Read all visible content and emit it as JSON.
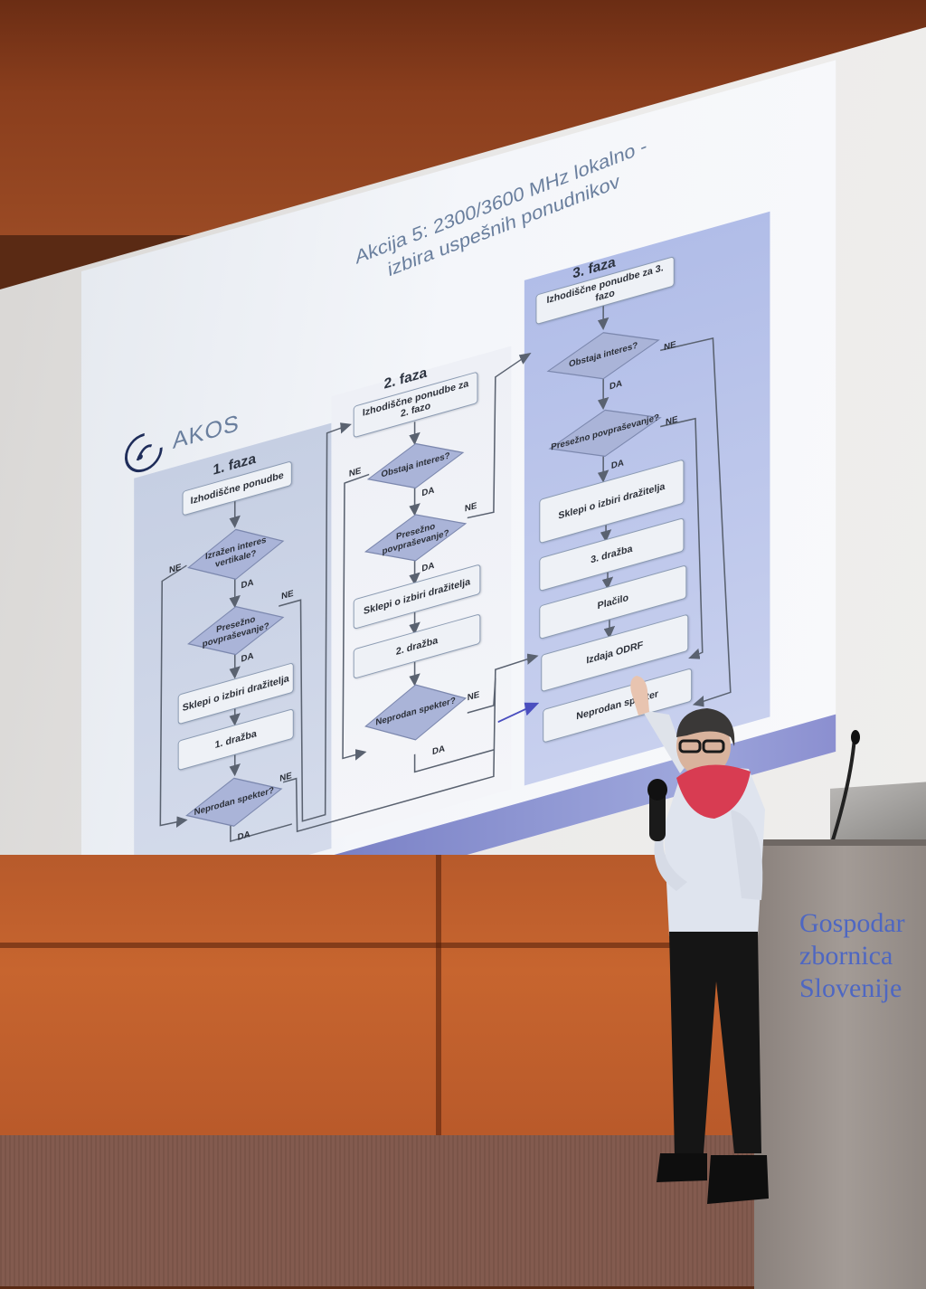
{
  "slide": {
    "title_line1": "Akcija 5: 2300/3600 MHz lokalno -",
    "title_line2": "izbira uspešnih ponudnikov",
    "logo_text": "AKOS",
    "phase1": {
      "title": "1. faza",
      "n1": "Izhodiščne ponudbe",
      "d1": "Izražen interes vertikale?",
      "d2": "Presežno povpraševanje?",
      "n2": "Sklepi o izbiri dražitelja",
      "n3": "1. dražba",
      "d3": "Neprodan spekter?"
    },
    "phase2": {
      "title": "2. faza",
      "n1": "Izhodiščne ponudbe za 2. fazo",
      "d1": "Obstaja interes?",
      "d2": "Presežno povpraševanje?",
      "n2": "Sklepi o izbiri dražitelja",
      "n3": "2. dražba",
      "d3": "Neprodan spekter?"
    },
    "phase3": {
      "title": "3. faza",
      "n1": "Izhodiščne ponudbe za 3. fazo",
      "d1": "Obstaja interes?",
      "d2": "Presežno povpraševanje?",
      "n2": "Sklepi o izbiri dražitelja",
      "n3": "3. dražba",
      "n4": "Plačilo",
      "n5": "Izdaja ODRF",
      "n6": "Neprodan spekter"
    },
    "labels": {
      "yes": "DA",
      "no": "NE"
    }
  },
  "podium": {
    "line1": "Gospodar",
    "line2": "zbornica",
    "line3": "Slovenije"
  },
  "colors": {
    "phase_bg_1": "#c9d2e6",
    "phase_bg_3": "#b7c3ea",
    "accent_blue": "#5b5ea8",
    "scarf": "#d83c52"
  }
}
